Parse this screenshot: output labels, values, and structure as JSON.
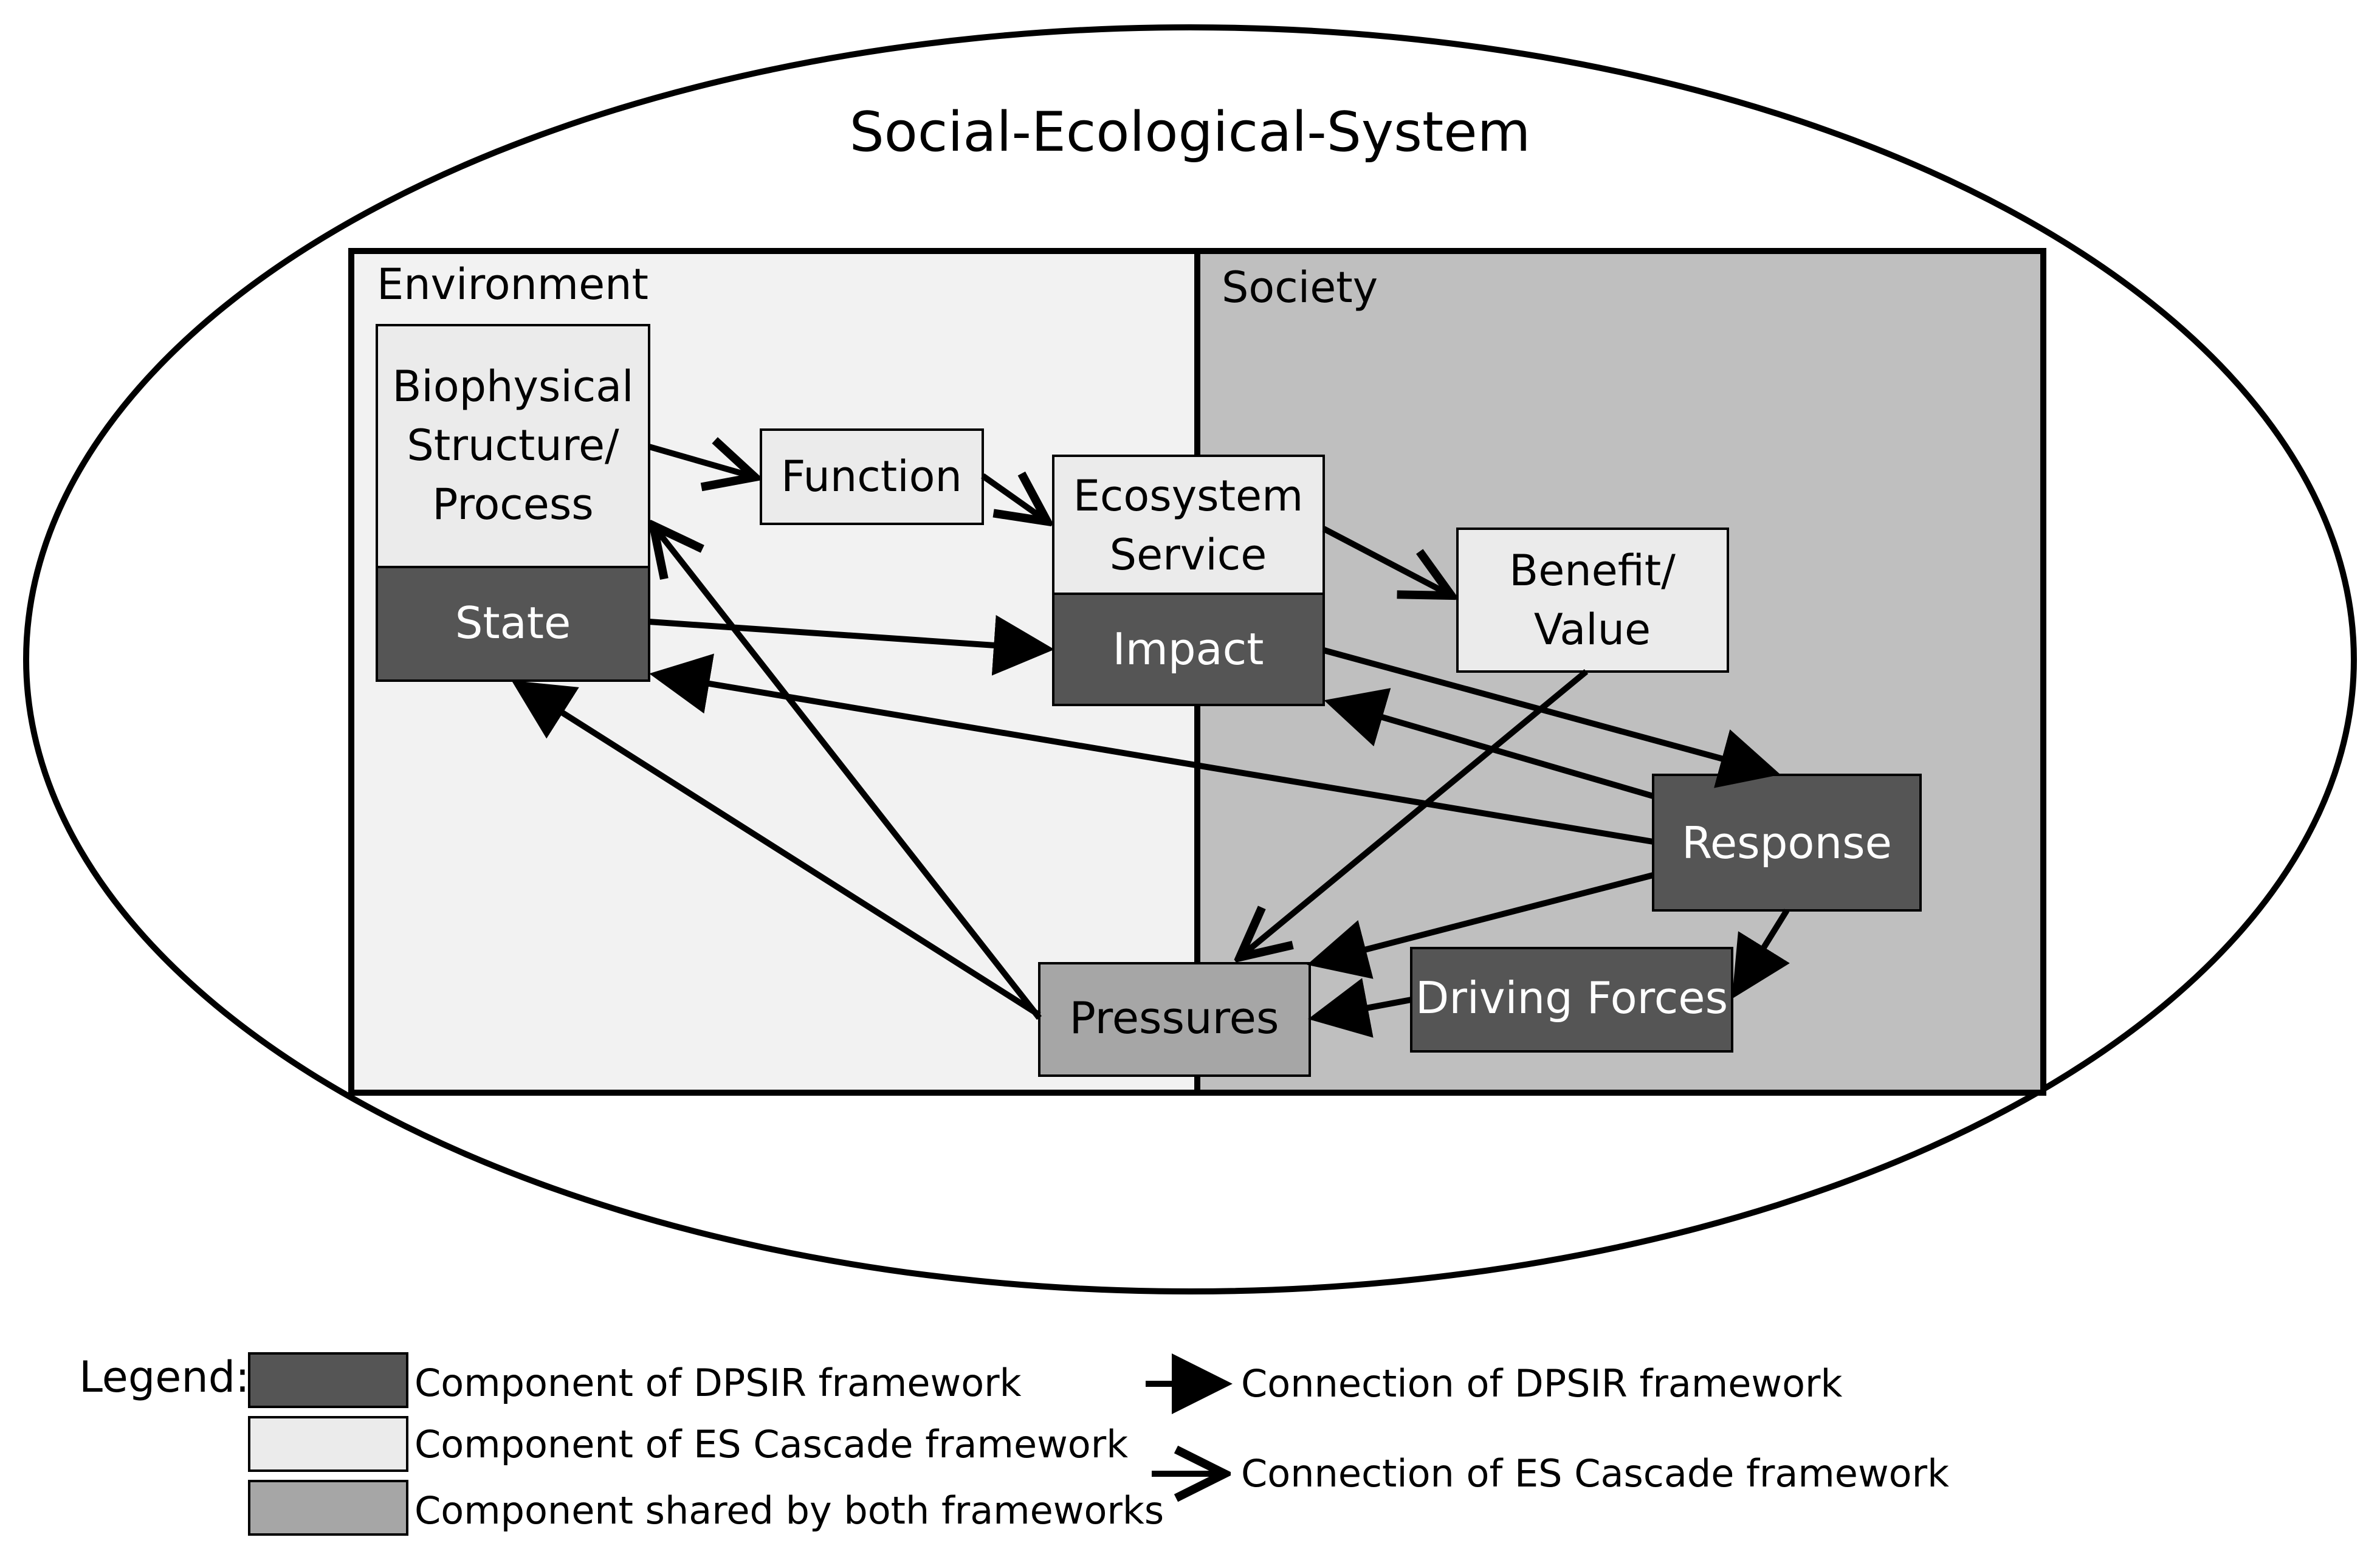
{
  "title": "Social-Ecological-System",
  "regions": {
    "environment": "Environment",
    "society": "Society"
  },
  "boxes": {
    "biophysical": [
      "Biophysical",
      "Structure/",
      "Process"
    ],
    "state": "State",
    "function": "Function",
    "ecosystem_service": [
      "Ecosystem",
      "Service"
    ],
    "impact": "Impact",
    "benefit": [
      "Benefit/",
      "Value"
    ],
    "response": "Response",
    "pressures": "Pressures",
    "driving_forces": "Driving Forces"
  },
  "legend": {
    "title": "Legend:",
    "dpsir_component": "Component of DPSIR framework",
    "es_component": "Component of ES Cascade framework",
    "shared_component": "Component shared by both frameworks",
    "dpsir_connection": "Connection of DPSIR framework",
    "es_connection": "Connection of ES Cascade framework"
  },
  "colors": {
    "dark": "#555555",
    "light": "#ebebeb",
    "medium": "#a6a6a6",
    "environment_bg": "#f2f2f2",
    "society_bg": "#bfbfbf",
    "stroke": "#000000"
  }
}
